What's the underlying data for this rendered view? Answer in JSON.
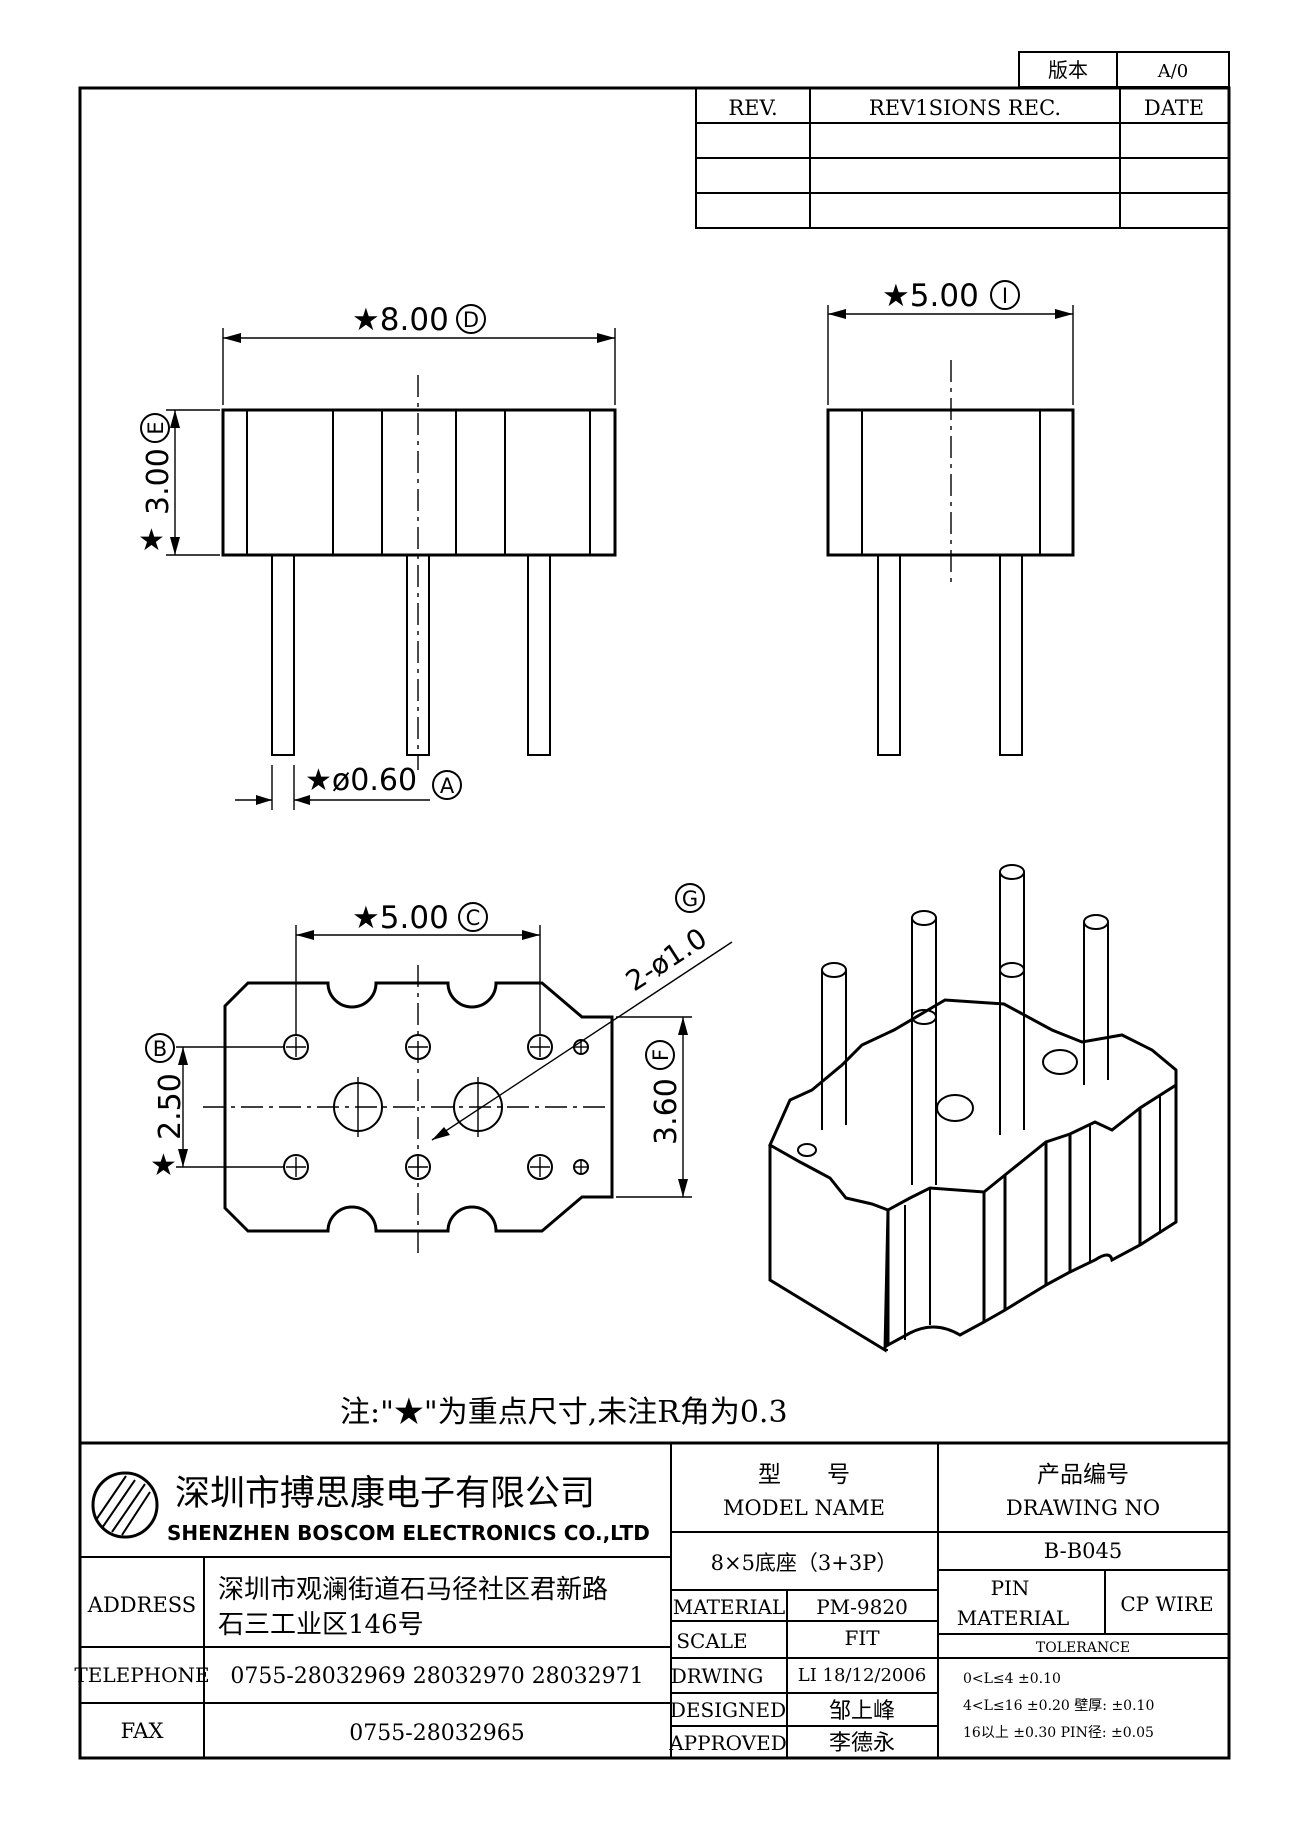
{
  "version": {
    "label": "版本",
    "value": "A/0"
  },
  "revision_table": {
    "headers": {
      "rev": "REV.",
      "rec": "REV1SIONS REC.",
      "date": "DATE"
    },
    "rows": [
      [
        "",
        "",
        ""
      ],
      [
        "",
        "",
        ""
      ],
      [
        "",
        "",
        ""
      ]
    ]
  },
  "dimensions": {
    "width_front": "★8.00",
    "width_front_mark": "D",
    "width_side": "★5.00",
    "width_side_mark": "I",
    "height_star": "★",
    "height_value": "3.00",
    "height_mark": "E",
    "pin_dia": "★ø0.60",
    "pin_dia_mark": "A",
    "pitch_x": "★5.00",
    "pitch_x_mark": "C",
    "hole_label": "2-ø1.0",
    "hole_mark": "G",
    "pitch_y_star": "★",
    "pitch_y_value": "2.50",
    "pitch_y_mark": "B",
    "depth_value": "3.60",
    "depth_mark": "F"
  },
  "note": "注:\"★\"为重点尺寸,未注R角为0.3",
  "company": {
    "name_cn": "深圳市搏思康电子有限公司",
    "name_en": "SHENZHEN BOSCOM ELECTRONICS CO.,LTD"
  },
  "title_block": {
    "model_label_cn": "型　　号",
    "model_label_en": "MODEL NAME",
    "drawing_no_label_cn": "产品编号",
    "drawing_no_label_en": "DRAWING NO",
    "model_name": "8×5底座（3+3P）",
    "drawing_no": "B-B045",
    "address_label": "ADDRESS",
    "address_line1": "深圳市观澜街道石马径社区君新路",
    "address_line2": "石三工业区146号",
    "telephone_label": "TELEPHONE",
    "telephone": "0755-28032969 28032970 28032971",
    "fax_label": "FAX",
    "fax": "0755-28032965",
    "material_label": "MATERIAL",
    "material": "PM-9820",
    "scale_label": "SCALE",
    "scale": "FIT",
    "drawing_label": "DRWING",
    "drawing": "LI 18/12/2006",
    "designed_label": "DESIGNED",
    "designed": "邹上峰",
    "approved_label": "APPROVED",
    "approved": "李德永",
    "pin_material_label1": "PIN",
    "pin_material_label2": "MATERIAL",
    "pin_material": "CP WIRE",
    "tolerance_label": "TOLERANCE",
    "tol_1": "0<L≤4  ±0.10",
    "tol_2": "4<L≤16  ±0.20  壁厚:  ±0.10",
    "tol_3": "16以上    ±0.30  PIN径: ±0.05"
  }
}
